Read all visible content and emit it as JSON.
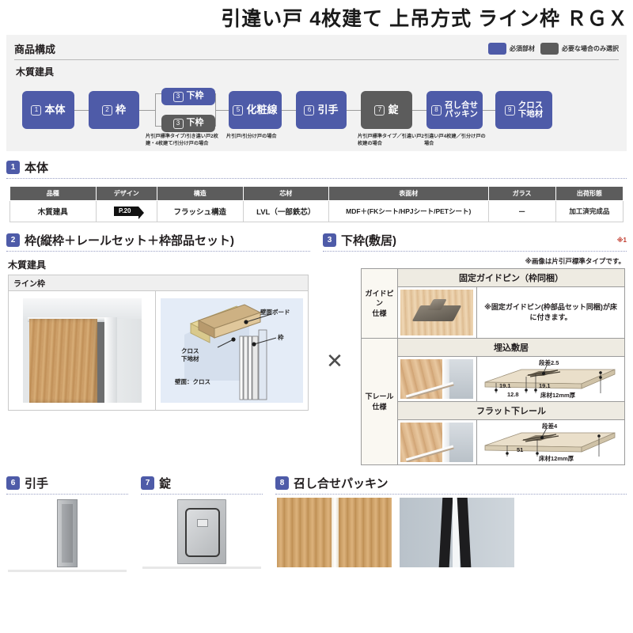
{
  "title": "引違い戸 4枚建て 上吊方式 ライン枠 ＲＧＸ",
  "composition": {
    "heading": "商品構成",
    "legend": [
      {
        "label": "必須部材",
        "color": "#4e5ba8"
      },
      {
        "label": "必要な場合のみ選択",
        "color": "#5c5c5c"
      }
    ],
    "subheading": "木質建具",
    "nodes": [
      {
        "num": "1",
        "label": "本体",
        "type": "required",
        "note": ""
      },
      {
        "num": "2",
        "label": "枠",
        "type": "required",
        "note": ""
      },
      {
        "num": "3",
        "label": "下枠",
        "type": "required",
        "note": ""
      },
      {
        "num": "3",
        "label": "下枠",
        "type": "optional",
        "note": "片引戸標準タイプ/引き違い戸2枚建・4枚建て/引分け戸の場合"
      },
      {
        "num": "5",
        "label": "化粧線",
        "type": "required",
        "note": "片引戸/引分け戸の場合"
      },
      {
        "num": "6",
        "label": "引手",
        "type": "required",
        "note": ""
      },
      {
        "num": "7",
        "label": "錠",
        "type": "optional",
        "note": "片引戸標準タイプ／引違い戸2枚建の場合"
      },
      {
        "num": "8",
        "label": "召し合せ\nパッキン",
        "line1": "召し合せ",
        "line2": "パッキン",
        "type": "required",
        "note": "引違い戸4枚建／引分け戸の場合"
      },
      {
        "num": "9",
        "label": "クロス\n下地材",
        "line1": "クロス",
        "line2": "下地材",
        "type": "required",
        "note": ""
      }
    ]
  },
  "section1": {
    "badge": "1",
    "title": "本体",
    "table": {
      "headers": [
        "品種",
        "デザイン",
        "構造",
        "芯材",
        "表面材",
        "ガラス",
        "出荷形態"
      ],
      "rows": [
        [
          "木質建具",
          "P.20",
          "フラッシュ構造",
          "LVL（一部鉄芯）",
          "MDF＋(FKシート/HPJシート/PETシート)",
          "－",
          "加工済完成品"
        ]
      ]
    }
  },
  "section2": {
    "badge": "2",
    "title": "枠(縦枠＋レールセット＋枠部品セット)",
    "kizai": "木質建具",
    "box_title": "ライン枠",
    "diagram_labels": {
      "wall_board": "壁面ボード",
      "frame": "枠",
      "cross_base": "クロス\n下地材",
      "cross_base_l1": "クロス",
      "cross_base_l2": "下地材",
      "wall_finish": "壁面：クロス"
    }
  },
  "section3": {
    "badge": "3",
    "title": "下枠(敷居)",
    "note_mark": "※1",
    "image_note": "※画像は片引戸標準タイプです。",
    "rows": [
      {
        "row_label": "ガイドピン\n仕様",
        "row_label_l1": "ガイドピン",
        "row_label_l2": "仕様",
        "header": "固定ガイドピン（枠同梱）",
        "text": "※固定ガイドピン(枠部品セット同梱)が床に付きます。"
      },
      {
        "row_label": "下レール\n仕様",
        "row_label_l1": "下レール",
        "row_label_l2": "仕様",
        "subrows": [
          {
            "header": "埋込敷居",
            "dimensions": {
              "step": "段差2.5",
              "left": "19.1",
              "right": "19.1",
              "bottom": "12.8",
              "floor": "床材12mm厚"
            }
          },
          {
            "header": "フラット下レール",
            "dimensions": {
              "step": "段差4",
              "width": "51",
              "floor": "床材12mm厚"
            }
          }
        ]
      }
    ]
  },
  "section6": {
    "badge": "6",
    "title": "引手"
  },
  "section7": {
    "badge": "7",
    "title": "錠"
  },
  "section8": {
    "badge": "8",
    "title": "召し合せパッキン"
  },
  "colors": {
    "required": "#4e5ba8",
    "optional": "#5c5c5c",
    "badge": "#4e5ba8",
    "table_header": "#5c5c5c",
    "note_red": "#c0392b"
  },
  "x_separator": "✕"
}
